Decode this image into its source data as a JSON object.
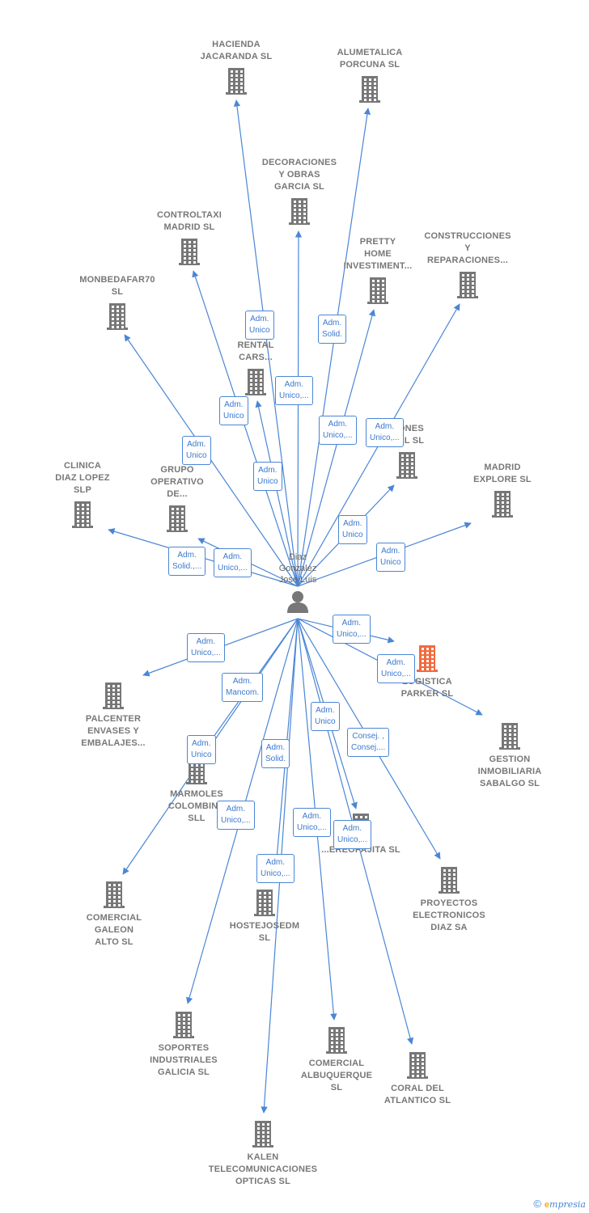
{
  "colors": {
    "edge": "#4a86d6",
    "node": "#777777",
    "highlight": "#f26a3d",
    "label_border": "#4a86d6"
  },
  "center": {
    "name": "Diaz\nGonzalez\nJose Luis",
    "icon": "person-icon"
  },
  "companies": [
    {
      "id": "hacienda",
      "name": "HACIENDA\nJACARANDA SL"
    },
    {
      "id": "alumetalica",
      "name": "ALUMETALICA\nPORCUNA  SL"
    },
    {
      "id": "decoraciones",
      "name": "DECORACIONES\nY OBRAS\nGARCIA SL"
    },
    {
      "id": "controltaxi",
      "name": "CONTROLTAXI\nMADRID  SL"
    },
    {
      "id": "pretty",
      "name": "PRETTY\nHOME\nINVESTIMENT..."
    },
    {
      "id": "construcciones",
      "name": "CONSTRUCCIONES\nY\nREPARACIONES..."
    },
    {
      "id": "monbedafar",
      "name": "MONBEDAFAR70\nSL"
    },
    {
      "id": "rental",
      "name": "B...\nRENTAL\nCARS..."
    },
    {
      "id": "ones",
      "name": "...ONES\n...AL SL"
    },
    {
      "id": "clinica",
      "name": "CLINICA\nDIAZ LOPEZ\nSLP"
    },
    {
      "id": "grupo",
      "name": "GRUPO\nOPERATIVO\nDE..."
    },
    {
      "id": "madrid",
      "name": "MADRID\nEXPLORE  SL"
    },
    {
      "id": "logistica",
      "name": "LOGISTICA\nPARKER  SL",
      "highlight": true
    },
    {
      "id": "palcenter",
      "name": "PALCENTER\nENVASES Y\nEMBALAJES..."
    },
    {
      "id": "gestion",
      "name": "GESTION\nINMOBILIARIA\nSABALGO SL"
    },
    {
      "id": "marmoles",
      "name": "MARMOLES\nCOLOMBINO\nSLL"
    },
    {
      "id": "ereopajita",
      "name": "...EREOPAJITA SL"
    },
    {
      "id": "proyectos",
      "name": "PROYECTOS\nELECTRONICOS\nDIAZ SA"
    },
    {
      "id": "comercialgaleon",
      "name": "COMERCIAL\nGALEON\nALTO SL"
    },
    {
      "id": "hostejose",
      "name": "HOSTEJOSEDM\nSL"
    },
    {
      "id": "soportes",
      "name": "SOPORTES\nINDUSTRIALES\nGALICIA  SL"
    },
    {
      "id": "comercialalb",
      "name": "COMERCIAL\nALBUQUERQUE\nSL"
    },
    {
      "id": "coral",
      "name": "CORAL DEL\nATLANTICO  SL"
    },
    {
      "id": "kalen",
      "name": "KALEN\nTELECOMUNICACIONES\nOPTICAS  SL"
    }
  ],
  "edge_labels": [
    {
      "id": "l-hacienda",
      "text": "Adm.\nUnico"
    },
    {
      "id": "l-alumetalica",
      "text": "Adm.\nSolid."
    },
    {
      "id": "l-decoraciones",
      "text": "Adm.\nUnico,..."
    },
    {
      "id": "l-rental",
      "text": "Adm.\nUnico"
    },
    {
      "id": "l-monbedafar",
      "text": "Adm.\nUnico"
    },
    {
      "id": "l-pretty",
      "text": "Adm.\nUnico,..."
    },
    {
      "id": "l-construcciones",
      "text": "Adm.\nUnico,..."
    },
    {
      "id": "l-controltaxi",
      "text": "Adm.\nUnico"
    },
    {
      "id": "l-ones",
      "text": "Adm.\nUnico"
    },
    {
      "id": "l-clinica",
      "text": "Adm.\nSolid.,..."
    },
    {
      "id": "l-grupo",
      "text": "Adm.\nUnico,..."
    },
    {
      "id": "l-madrid",
      "text": "Adm.\nUnico"
    },
    {
      "id": "l-logistica",
      "text": "Adm.\nUnico,..."
    },
    {
      "id": "l-gestion",
      "text": "Adm.\nUnico,..."
    },
    {
      "id": "l-palcenter",
      "text": "Adm.\nUnico,..."
    },
    {
      "id": "l-marmoles",
      "text": "Adm.\nMancom."
    },
    {
      "id": "l-comercialgaleon",
      "text": "Adm.\nUnico"
    },
    {
      "id": "l-ereopajita",
      "text": "Adm.\nUnico"
    },
    {
      "id": "l-proyectos",
      "text": "Consej. ,\nConsej...."
    },
    {
      "id": "l-hostejose",
      "text": "Adm.\nSolid."
    },
    {
      "id": "l-soportes",
      "text": "Adm.\nUnico,..."
    },
    {
      "id": "l-comercialalb",
      "text": "Adm.\nUnico,..."
    },
    {
      "id": "l-coral",
      "text": "Adm.\nUnico,..."
    },
    {
      "id": "l-kalen",
      "text": "Adm.\nUnico,..."
    }
  ],
  "footer": {
    "copyright": "©",
    "brand_initial": "e",
    "brand_rest": "mpresia"
  }
}
